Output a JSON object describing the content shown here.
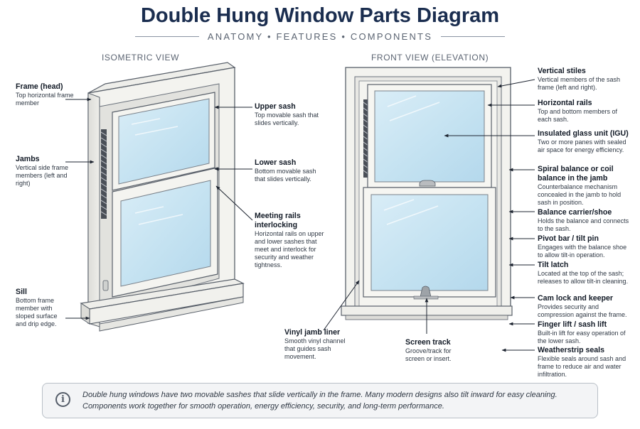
{
  "header": {
    "title": "Double Hung Window Parts Diagram",
    "subtitle": "ANATOMY • FEATURES • COMPONENTS"
  },
  "views": {
    "isometric": "ISOMETRIC VIEW",
    "front": "FRONT VIEW (ELEVATION)"
  },
  "callouts": {
    "frame_head": {
      "title": "Frame (head)",
      "desc": "Top horizontal frame member"
    },
    "jambs": {
      "title": "Jambs",
      "desc": "Vertical side frame members (left and right)"
    },
    "sill": {
      "title": "Sill",
      "desc": "Bottom frame member with sloped surface and drip edge."
    },
    "upper_sash": {
      "title": "Upper sash",
      "desc": "Top movable sash that slides vertically."
    },
    "lower_sash": {
      "title": "Lower sash",
      "desc": "Bottom movable sash that slides vertically."
    },
    "meeting_rails": {
      "title": "Meeting rails interlocking",
      "desc": "Horizontal rails on upper and lower sashes that meet and interlock for security and weather tightness."
    },
    "vinyl_jamb_liner": {
      "title": "Vinyl jamb liner",
      "desc": "Smooth vinyl channel that guides sash movement."
    },
    "screen_track": {
      "title": "Screen track",
      "desc": "Groove/track for screen or insert."
    },
    "vertical_stiles": {
      "title": "Vertical stiles",
      "desc": "Vertical members of the sash frame (left and right)."
    },
    "horizontal_rails": {
      "title": "Horizontal rails",
      "desc": "Top and bottom members of each sash."
    },
    "igu": {
      "title": "Insulated glass unit (IGU)",
      "desc": "Two or more panes with sealed air space for energy efficiency."
    },
    "spiral_balance": {
      "title": "Spiral balance or coil balance in the jamb",
      "desc": "Counterbalance mechanism concealed in the jamb to hold sash in position."
    },
    "balance_carrier": {
      "title": "Balance carrier/shoe",
      "desc": "Holds the balance and connects to the sash."
    },
    "pivot_bar": {
      "title": "Pivot bar / tilt pin",
      "desc": "Engages with the balance shoe to allow tilt-in operation."
    },
    "tilt_latch": {
      "title": "Tilt latch",
      "desc": "Located at the top of the sash; releases to allow tilt-in cleaning."
    },
    "cam_lock": {
      "title": "Cam lock and keeper",
      "desc": "Provides security and compression against the frame."
    },
    "finger_lift": {
      "title": "Finger lift / sash lift",
      "desc": "Built-in lift for easy operation of the lower sash."
    },
    "weatherstrip": {
      "title": "Weatherstrip seals",
      "desc": "Flexible seals around sash and frame to reduce air and water infiltration."
    }
  },
  "footer": {
    "info_icon": "info-icon",
    "icon_glyph": "i",
    "note": "Double hung windows have two movable sashes that slide vertically in the frame. Many modern designs also tilt inward for easy cleaning. Components work together for smooth operation, energy efficiency, security, and long-term performance."
  }
}
